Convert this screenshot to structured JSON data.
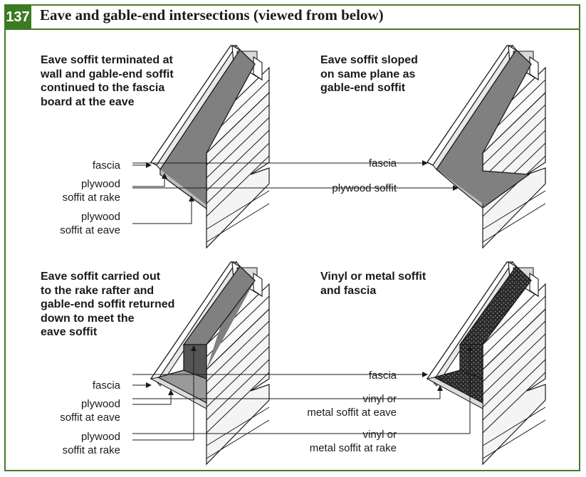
{
  "figure": {
    "number": "137",
    "title": "Eave and gable-end intersections (viewed from below)"
  },
  "panels": [
    {
      "heading": "Eave soffit terminated at\nwall and gable-end soffit\ncontinued to the fascia\nboard at the eave",
      "labels": [
        "fascia",
        "plywood\nsoffit at rake",
        "plywood\nsoffit at eave"
      ]
    },
    {
      "heading": "Eave soffit sloped\non same plane as\ngable-end soffit",
      "labels": [
        "fascia",
        "plywood soffit"
      ]
    },
    {
      "heading": "Eave soffit carried out\nto the rake rafter and\ngable-end soffit returned\ndown to meet the\neave soffit",
      "labels": [
        "fascia",
        "plywood\nsoffit at eave",
        "plywood\nsoffit at rake"
      ]
    },
    {
      "heading": "Vinyl or metal soffit\nand fascia",
      "labels": [
        "fascia",
        "vinyl or\nmetal soffit at eave",
        "vinyl or\nmetal soffit at rake"
      ]
    }
  ],
  "colors": {
    "border": "#4a7a2c",
    "badge": "#3c7a24",
    "soffit_gray": "#808080",
    "soffit_dark": "#555555",
    "siding": "#f4f4f4",
    "line": "#1a1a1a"
  },
  "icons": [
    "arrow-pointer-icon",
    "lap-siding-wall",
    "rake-fascia-board"
  ]
}
